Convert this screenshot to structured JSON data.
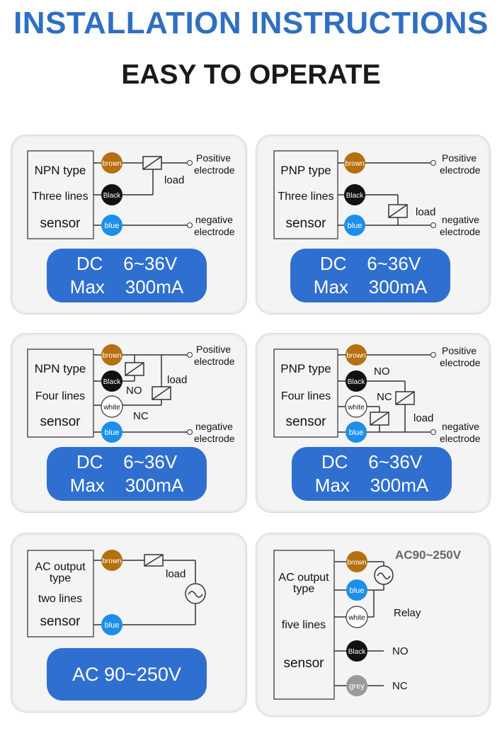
{
  "header": {
    "title": "INSTALLATION INSTRUCTIONS",
    "subtitle": "EASY TO OPERATE"
  },
  "colors": {
    "title_blue": "#2f6fc1",
    "spec_blue": "#2f6fd0",
    "brown": "#b5700f",
    "black": "#111111",
    "blue": "#1d8fe8",
    "white": "#ffffff",
    "grey": "#9a9a9a"
  },
  "wires": {
    "brown": "brown",
    "black": "Black",
    "blue": "blue",
    "white": "white",
    "grey": "grey"
  },
  "labels": {
    "positive_1": "Positive",
    "positive_2": "electrode",
    "negative_1": "negative",
    "negative_2": "electrode",
    "load": "load",
    "no": "NO",
    "nc": "NC",
    "relay": "Relay",
    "ac_range": "AC90~250V"
  },
  "panels": {
    "npn3": {
      "line1": "NPN type",
      "line2": "Three lines",
      "line3": "sensor",
      "spec1": "DC    6~36V",
      "spec2": "Max    300mA"
    },
    "pnp3": {
      "line1": "PNP type",
      "line2": "Three lines",
      "line3": "sensor",
      "spec1": "DC    6~36V",
      "spec2": "Max    300mA"
    },
    "npn4": {
      "line1": "NPN type",
      "line2": "Four lines",
      "line3": "sensor",
      "spec1": "DC    6~36V",
      "spec2": "Max    300mA"
    },
    "pnp4": {
      "line1": "PNP type",
      "line2": "Four lines",
      "line3": "sensor",
      "spec1": "DC    6~36V",
      "spec2": "Max    300mA"
    },
    "ac2": {
      "line1": "AC output",
      "line1b": "type",
      "line2": "two lines",
      "line3": "sensor",
      "spec1": "AC 90~250V"
    },
    "ac5": {
      "line1": "AC output",
      "line1b": "type",
      "line2": "five lines",
      "line3": "sensor"
    }
  }
}
